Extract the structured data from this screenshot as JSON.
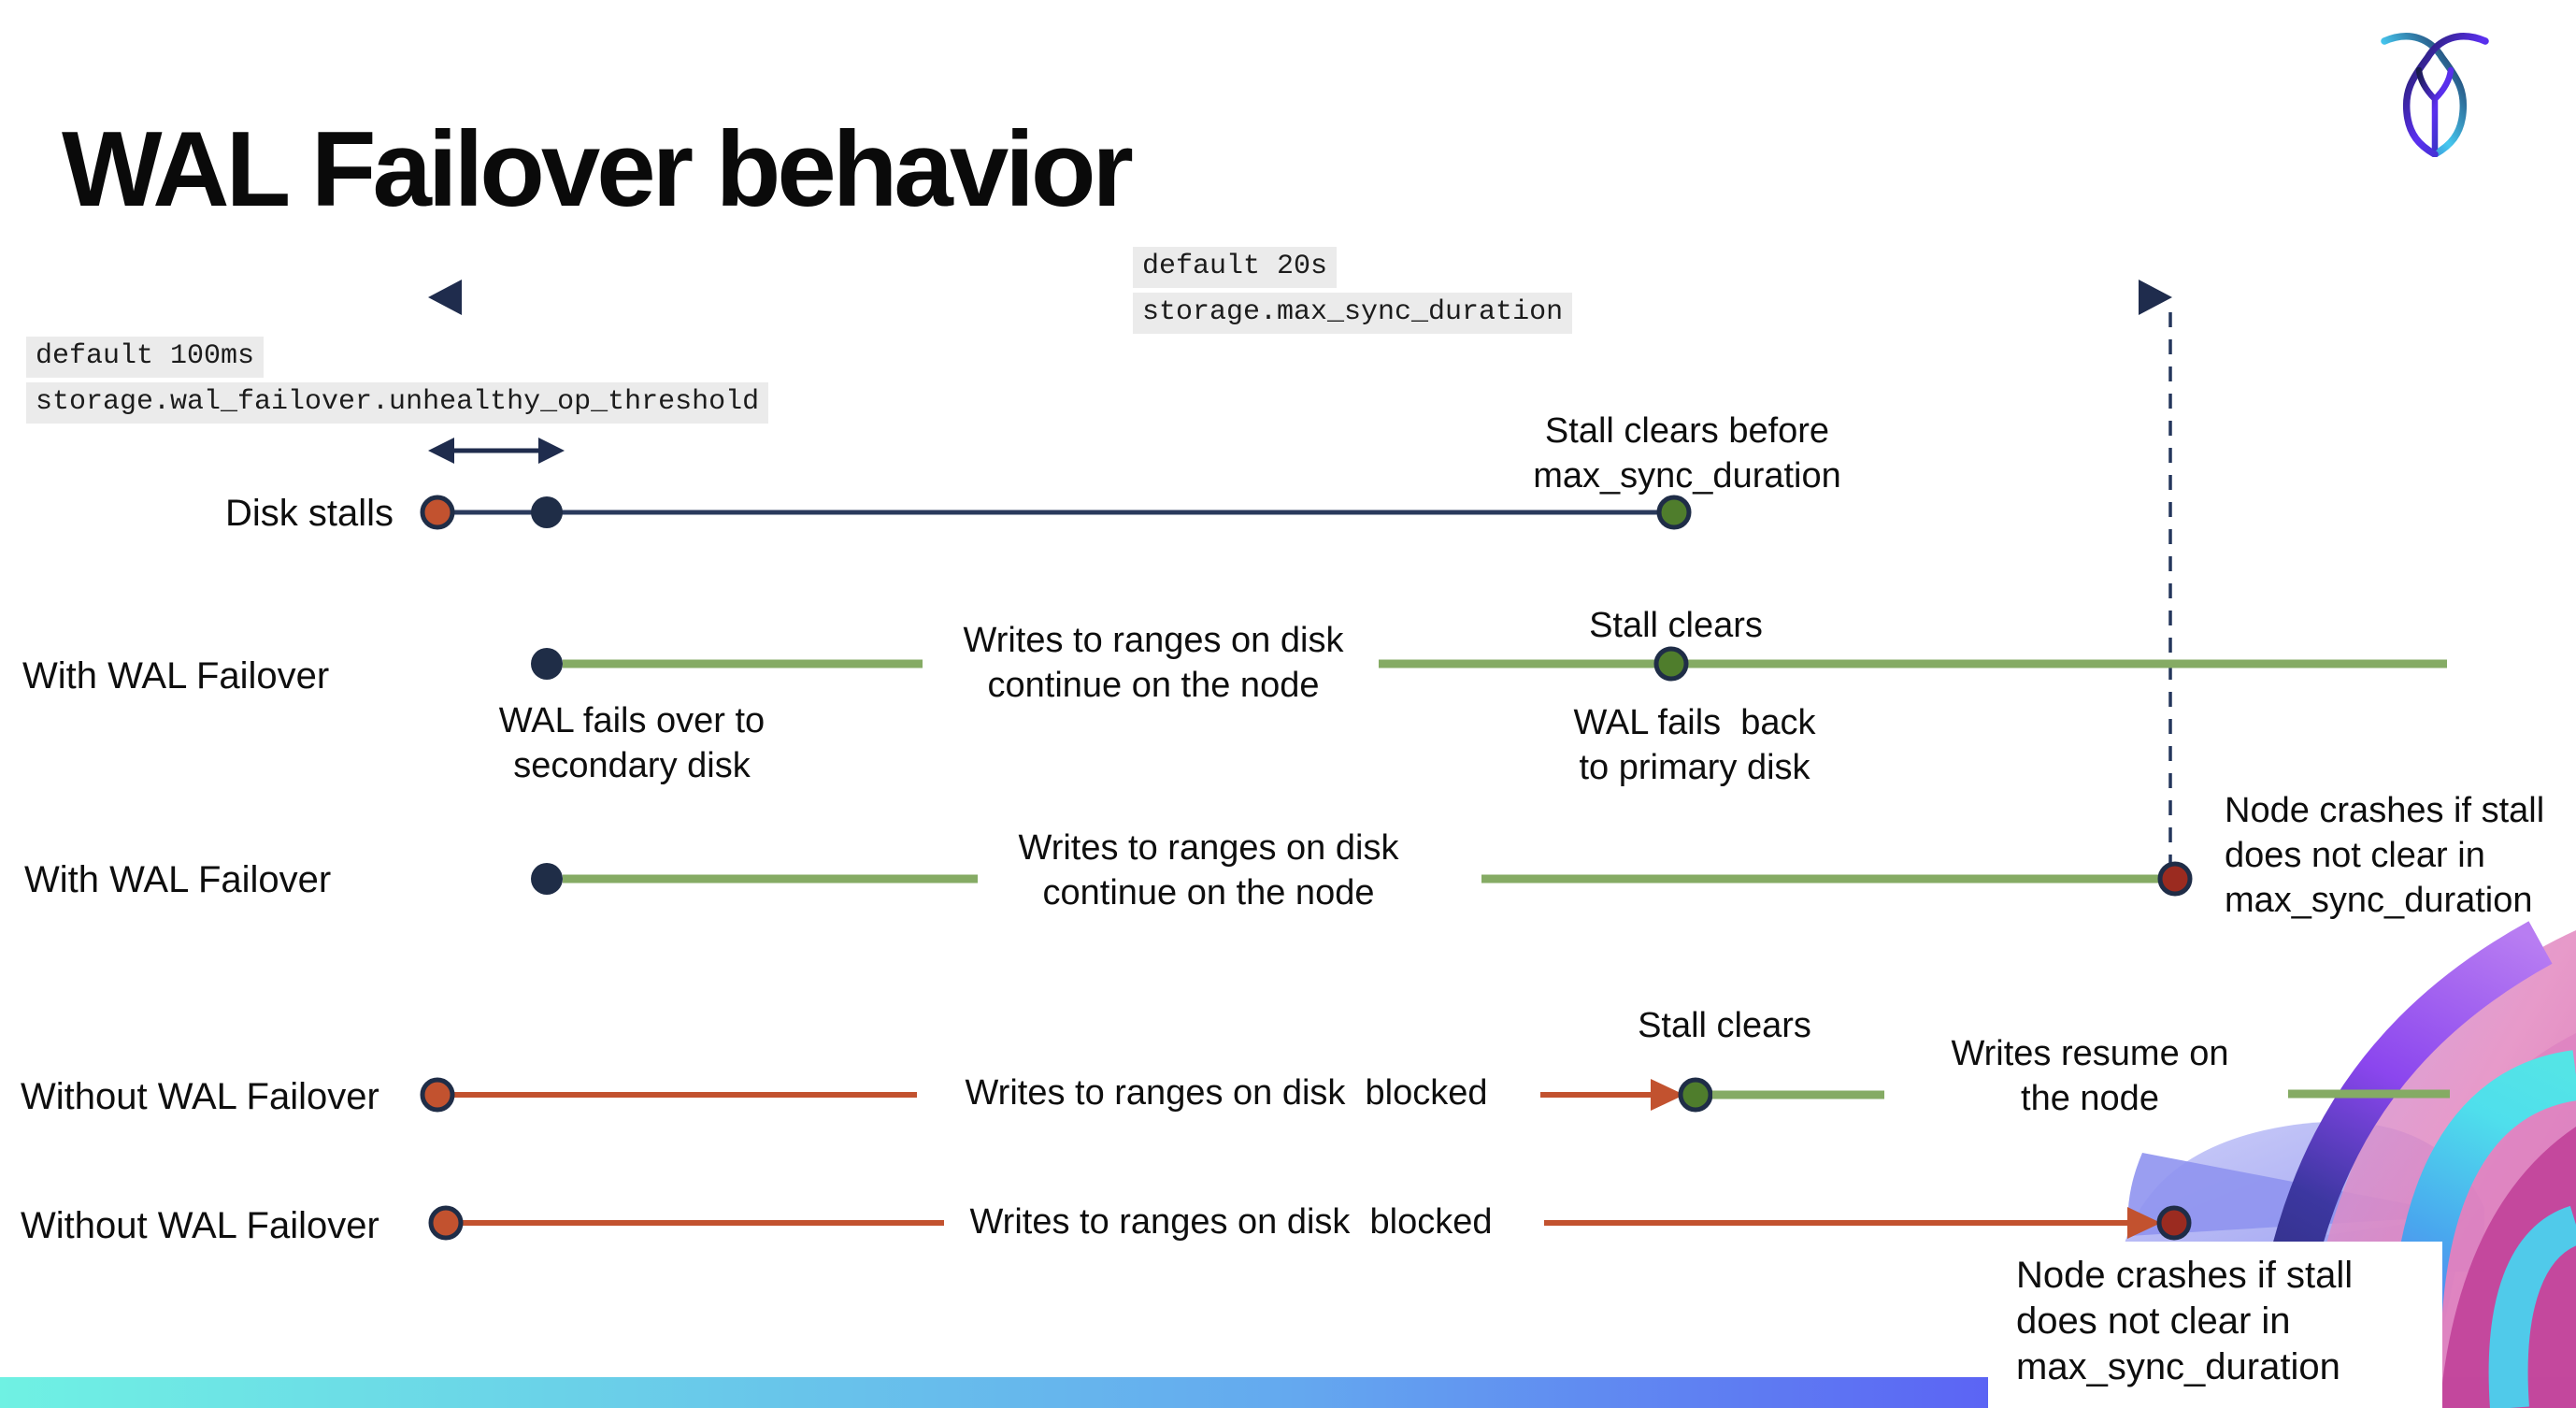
{
  "slide_title": "WAL Failover behavior",
  "brand": {
    "logo_icon": "cockroachdb-logo"
  },
  "settings_callouts": {
    "max_sync_duration": {
      "default_label": "default 20s",
      "setting_name": "storage.max_sync_duration"
    },
    "unhealthy_op_threshold": {
      "default_label": "default 100ms",
      "setting_name": "storage.wal_failover.unhealthy_op_threshold"
    }
  },
  "rows": [
    {
      "label": "Disk stalls",
      "end_annotation": "Stall clears before\nmax_sync_duration"
    },
    {
      "label": "With WAL Failover",
      "start_annotation": "WAL fails over to\nsecondary disk",
      "mid_annotation": "Writes to ranges on disk\ncontinue on the node",
      "event_annotation": "Stall clears",
      "event_sub_annotation": "WAL fails  back\nto primary disk"
    },
    {
      "label": "With WAL Failover",
      "mid_annotation": "Writes to ranges on disk\ncontinue on the node",
      "end_annotation": "Node crashes if stall\ndoes not clear in\nmax_sync_duration"
    },
    {
      "label": "Without WAL Failover",
      "mid_annotation": "Writes to ranges on disk  blocked",
      "event_annotation": "Stall clears",
      "end_annotation": "Writes resume on\nthe node"
    },
    {
      "label": "Without WAL Failover",
      "mid_annotation": "Writes to ranges on disk  blocked",
      "end_annotation": "Node crashes if stall\ndoes not clear in\nmax_sync_duration"
    }
  ],
  "colors": {
    "navy": "#1f2d47",
    "navy_line": "#2a3a5c",
    "green_line": "#85ab64",
    "green_dot": "#4f7d2c",
    "red": "#c2522f",
    "crash_red": "#9b2b20",
    "callout_bg": "#ebebeb",
    "bar_left": "#6ff1e3",
    "bar_right": "#6d4df6"
  }
}
